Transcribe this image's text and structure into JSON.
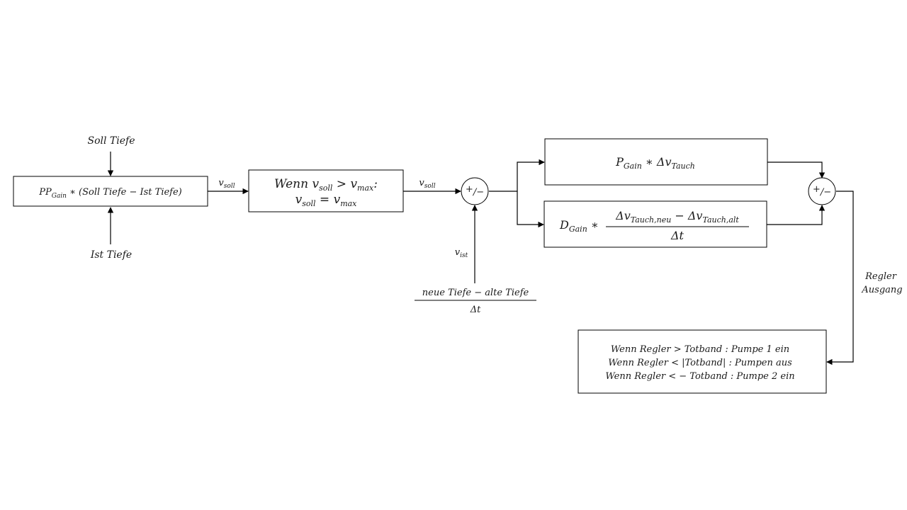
{
  "inputs": {
    "soll_tiefe": "Soll Tiefe",
    "ist_tiefe": "Ist Tiefe"
  },
  "pp_block": {
    "prefix": "PP",
    "sub": "Gain",
    "formula": " ∗ (Soll Tiefe − Ist Tiefe)"
  },
  "signals": {
    "v": "v",
    "soll_sub": "soll",
    "ist_sub": "ist"
  },
  "limiter_block": {
    "line1_a": "Wenn v",
    "line1_sub": "soll",
    "line1_b": " > v",
    "line1_sub2": "max",
    "line1_c": ":",
    "line2_a": "v",
    "line2_sub": "soll",
    "line2_b": " =  v",
    "line2_sub2": "max"
  },
  "summer": {
    "label_plus": "+",
    "label_minus": "/−"
  },
  "velocity_source": {
    "numerator": "neue Tiefe  − alte Tiefe",
    "denominator": "Δt"
  },
  "p_block": {
    "prefix": "P",
    "sub": "Gain",
    "op": " ∗  Δv",
    "sub2": "Tauch"
  },
  "d_block": {
    "prefix": "D",
    "sub": "Gain",
    "op": " ∗",
    "num_a": "Δv",
    "num_sub_a": "Tauch,neu",
    "num_b": " − Δv",
    "num_sub_b": "Tauch,alt",
    "denominator": "Δt"
  },
  "output_label": {
    "line1": "Regler",
    "line2": "Ausgang"
  },
  "pump_block": {
    "rules": [
      "Wenn Regler > Totband : Pumpe 1 ein",
      "Wenn Regler < |Totband| : Pumpen aus",
      "Wenn Regler < − Totband : Pumpe 2 ein"
    ]
  }
}
